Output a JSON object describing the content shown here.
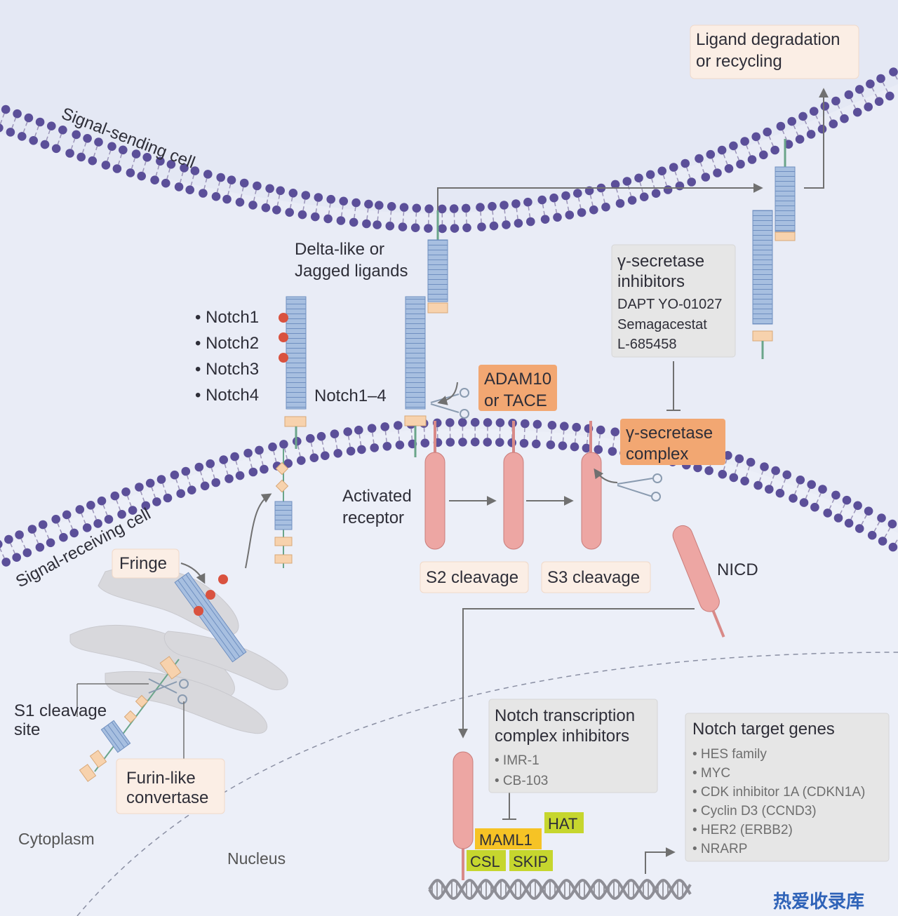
{
  "membranes": {
    "sending_label": "Signal-sending cell",
    "receiving_label": "Signal-receiving cell"
  },
  "compartments": {
    "cytoplasm": "Cytoplasm",
    "nucleus": "Nucleus"
  },
  "labels": {
    "ligands_line1": "Delta-like or",
    "ligands_line2": "Jagged ligands",
    "notch_receptors": "Notch1–4",
    "activated_line1": "Activated",
    "activated_line2": "receptor",
    "nicd": "NICD",
    "s1_line1": "S1 cleavage",
    "s1_line2": "site"
  },
  "notch_list": [
    "• Notch1",
    "• Notch2",
    "• Notch3",
    "• Notch4"
  ],
  "boxes": {
    "ligand_degradation_line1": "Ligand degradation",
    "ligand_degradation_line2": "or recycling",
    "adam_line1": "ADAM10",
    "adam_line2": "or TACE",
    "gamma_complex_line1": "γ-secretase",
    "gamma_complex_line2": "complex",
    "s2": "S2 cleavage",
    "s3": "S3 cleavage",
    "fringe": "Fringe",
    "furin_line1": "Furin-like",
    "furin_line2": "convertase"
  },
  "gamma_inhibitors": {
    "title_line1": "γ-secretase",
    "title_line2": "inhibitors",
    "items": [
      "DAPT YO-01027",
      "Semagacestat",
      "L-685458"
    ]
  },
  "transcription_inhibitors": {
    "title_line1": "Notch transcription",
    "title_line2": "complex inhibitors",
    "items": [
      "• IMR-1",
      "• CB-103"
    ]
  },
  "complex": {
    "maml1": "MAML1",
    "hat": "HAT",
    "csl": "CSL",
    "skip": "SKIP"
  },
  "target_genes": {
    "title": "Notch target genes",
    "items": [
      "• HES family",
      "• MYC",
      "• CDK inhibitor 1A (CDKN1A)",
      "• Cyclin D3 (CCND3)",
      "• HER2 (ERBB2)",
      "• NRARP"
    ]
  },
  "watermark": "热爱收录库",
  "colors": {
    "background": "#e9ecf6",
    "lipid_head": "#5b4f99",
    "receptor_blue": "#a7bfe0",
    "domain_peach": "#f7d2ad",
    "receptor_pink": "#eda6a3",
    "orange_box": "#f2a772",
    "pale_box": "#fbeee5",
    "gray_box": "#e6e6e6",
    "yellow_tag": "#f6c325",
    "green_tag": "#c6d62e",
    "red_dot": "#d9523f",
    "arrow_gray": "#707070"
  }
}
